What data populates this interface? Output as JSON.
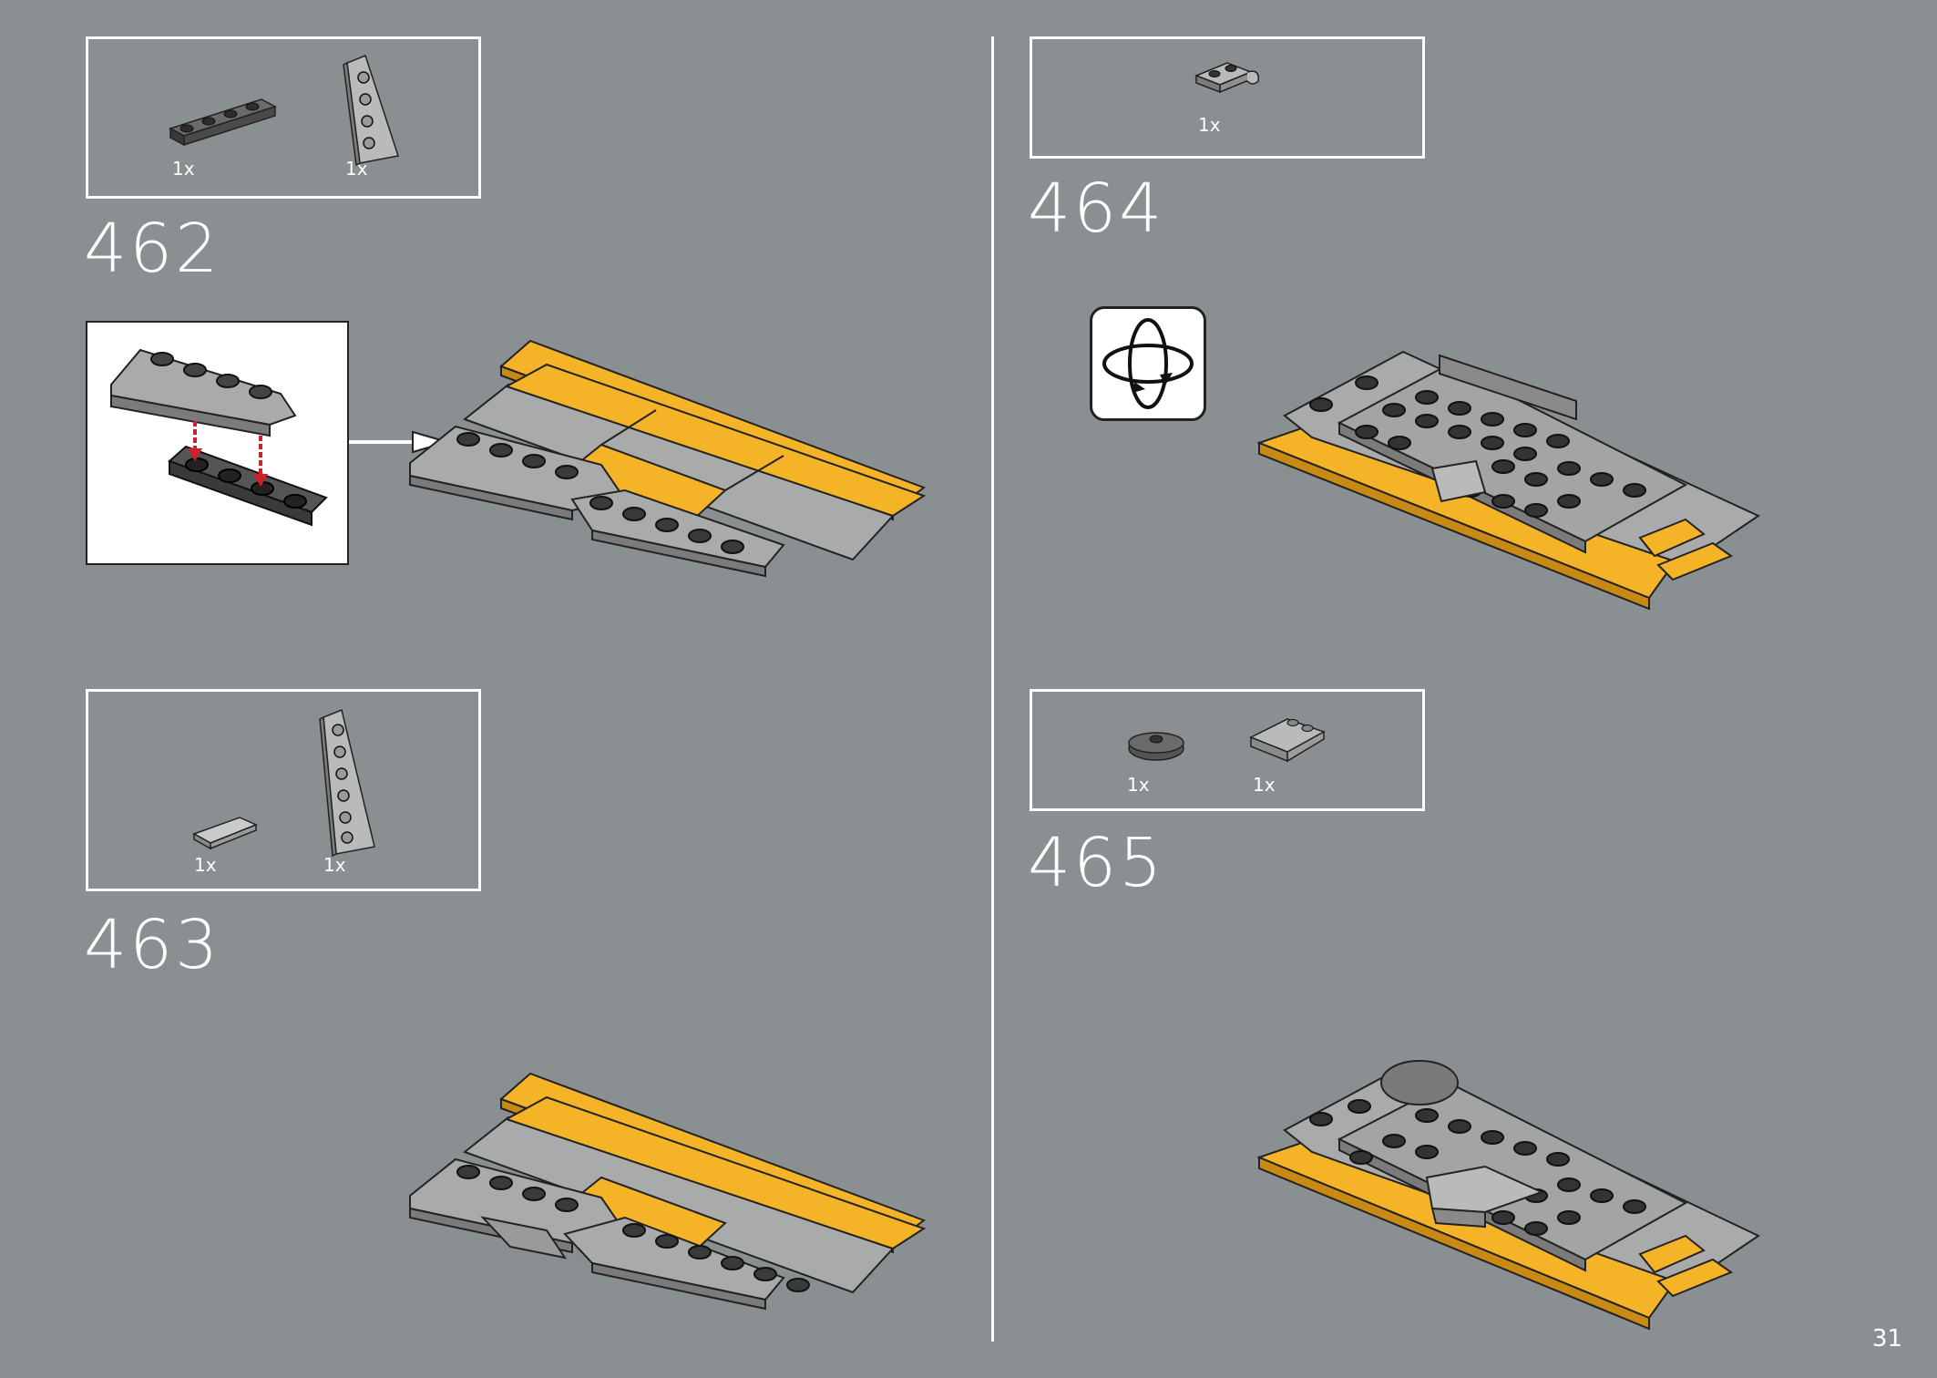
{
  "page": {
    "number": "31"
  },
  "colors": {
    "background": "#8a9091",
    "accent": "#f5b428",
    "part_grey": "#a8a9a9",
    "part_dark": "#5a5a5a",
    "arrow_red": "#d0202a"
  },
  "steps": [
    {
      "number": "462",
      "parts": [
        {
          "qty": "1x",
          "part": "plate-1x4-dark"
        },
        {
          "qty": "1x",
          "part": "wedge-plate-light"
        }
      ]
    },
    {
      "number": "463",
      "parts": [
        {
          "qty": "1x",
          "part": "tile-1x2-light"
        },
        {
          "qty": "1x",
          "part": "wedge-plate-long-light"
        }
      ]
    },
    {
      "number": "464",
      "parts": [
        {
          "qty": "1x",
          "part": "clip-plate-light"
        }
      ]
    },
    {
      "number": "465",
      "parts": [
        {
          "qty": "1x",
          "part": "round-plate-dark"
        },
        {
          "qty": "1x",
          "part": "inverted-slope-light"
        }
      ]
    }
  ],
  "icons": {
    "rotate": "rotate-model-icon",
    "callout_arrow": "arrow-right-icon"
  }
}
